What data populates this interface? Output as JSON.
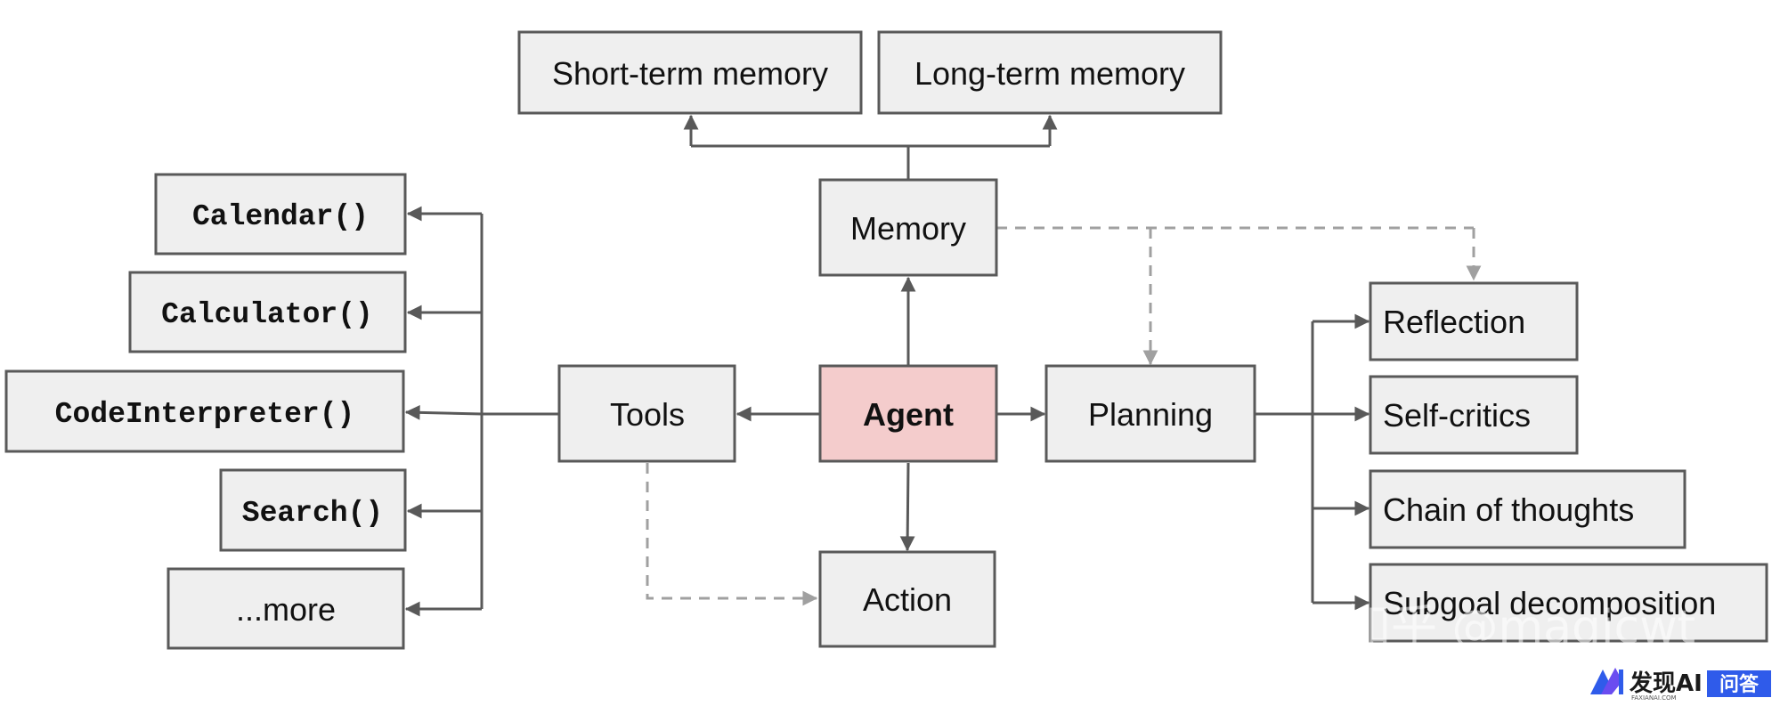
{
  "nodes": {
    "short_term_memory": "Short-term memory",
    "long_term_memory": "Long-term memory",
    "memory": "Memory",
    "agent": "Agent",
    "tools": "Tools",
    "planning": "Planning",
    "action": "Action",
    "calendar": "Calendar()",
    "calculator": "Calculator()",
    "code_interpreter": "CodeInterpreter()",
    "search": "Search()",
    "more": "...more",
    "reflection": "Reflection",
    "self_critics": "Self-critics",
    "chain_of_thoughts": "Chain of thoughts",
    "subgoal_decomposition": "Subgoal decomposition"
  },
  "watermark": {
    "text": "知乎 @magicwt",
    "brand": "发现AI",
    "brand_small": "FAXIANAI.COM",
    "chip": "问答"
  },
  "colors": {
    "box_fill": "#efefef",
    "agent_fill": "#f4cccc",
    "edge": "#595959",
    "dashed_edge": "#a0a0a0",
    "brand_blue": "#2f5bea"
  }
}
